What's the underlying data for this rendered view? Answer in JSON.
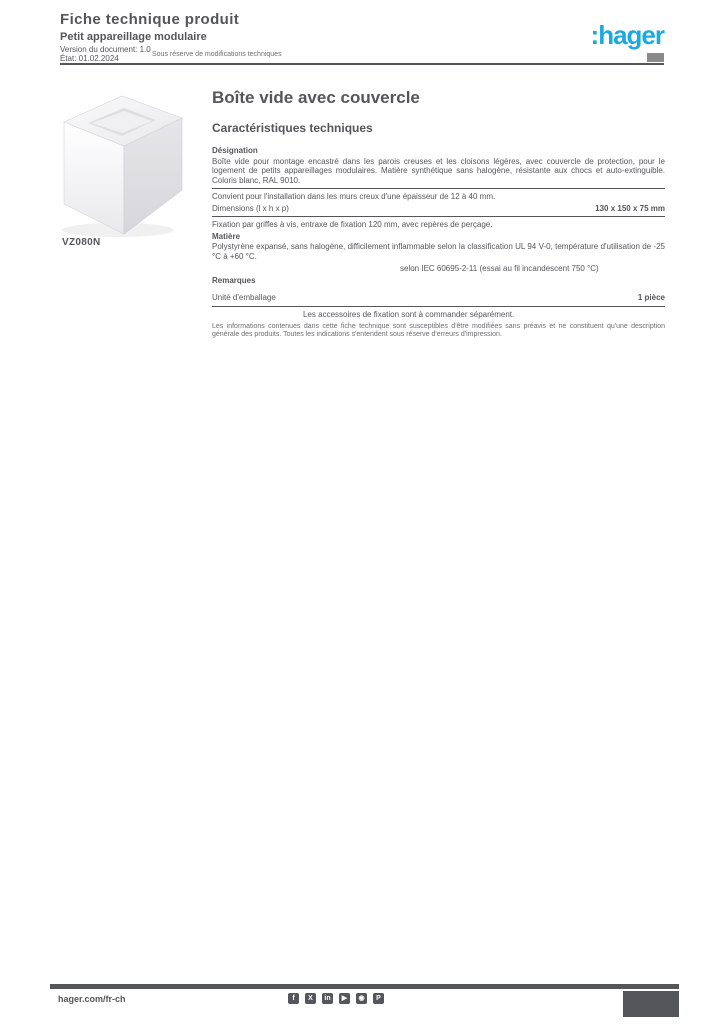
{
  "header": {
    "title": "Fiche technique produit",
    "subtitle": "Petit appareillage modulaire",
    "meta_line1": "Version du document: 1.0",
    "meta_line2": "État: 01.02.2024",
    "note": "Sous réserve de modifications techniques",
    "logo_text": ":hager"
  },
  "product": {
    "reference": "VZ080N",
    "title": "Boîte vide avec couvercle",
    "subtitle": "Caractéristiques techniques"
  },
  "attributes": {
    "block1": {
      "label": "Désignation",
      "text": "Boîte vide pour montage encastré dans les parois creuses et les cloisons légères, avec couvercle de protection, pour le logement de petits appareillages modulaires. Matière synthétique sans halogène, résistante aux chocs et auto-extinguible. Coloris blanc, RAL 9010."
    },
    "block2": {
      "intro": "Convient pour l'installation dans les murs creux d'une épaisseur de 12 à 40 mm.",
      "label": "Dimensions (l x h x p)",
      "value": "130 x 150 x 75 mm"
    },
    "block3": {
      "intro": "Fixation par griffes à vis, entraxe de fixation 120 mm, avec repères de perçage.",
      "label": "Matière",
      "text": "Polystyrène expansé, sans halogène, difficilement inflammable selon la classification UL 94 V-0, température d'utilisation de -25 °C à +60 °C.",
      "norm": "selon IEC 60695-2-11 (essai au fil incandescent 750 °C)",
      "note_label": "Remarques"
    },
    "block4": {
      "label": "Unité d'emballage",
      "value": "1 pièce",
      "note": "Les accessoires de fixation sont à commander séparément.",
      "footnote": "Les informations contenues dans cette fiche technique sont susceptibles d'être modifiées sans préavis et ne constituent qu'une description générale des produits. Toutes les indications s'entendent sous réserve d'erreurs d'impression."
    }
  },
  "footer": {
    "website": "hager.com/fr-ch",
    "icon_glyphs": [
      "f",
      "X",
      "in",
      "▶",
      "◉",
      "P"
    ]
  },
  "colors": {
    "brand_blue": "#1BA9E0",
    "text_gray": "#55565A",
    "light_gray": "#8A8A8D"
  }
}
